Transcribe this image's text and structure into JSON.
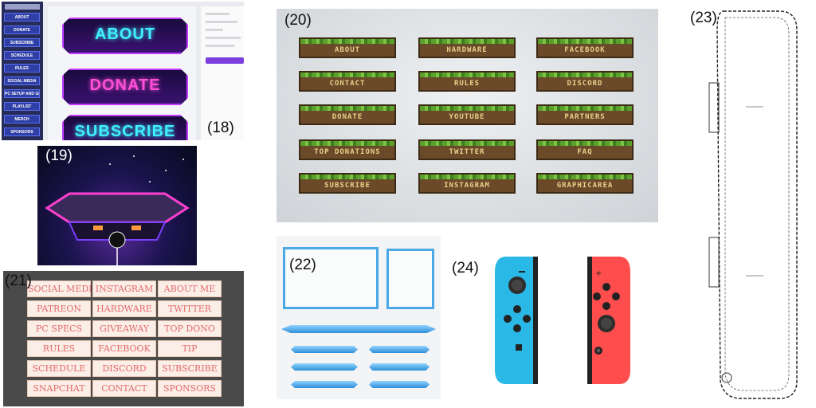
{
  "labels": {
    "p18": "(18)",
    "p19": "(19)",
    "p20": "(20)",
    "p21": "(21)",
    "p22": "(22)",
    "p23": "(23)",
    "p24": "(24)"
  },
  "panel18": {
    "sidebar": [
      "ABOUT",
      "DONATE",
      "SUBSCRIBE",
      "SCHEDULE",
      "RULES",
      "SOCIAL MEDIA",
      "PC SETUP AND GEAR",
      "PLAYLIST",
      "MERCH",
      "SPONSORS"
    ],
    "banners": [
      "ABOUT",
      "DONATE",
      "SUBSCRIBE"
    ],
    "banner_colors": [
      "#3ff0ff",
      "#ff4fd8",
      "#3ff0ff"
    ]
  },
  "panel20": {
    "buttons": [
      [
        "ABOUT",
        "HARDWARE",
        "FACEBOOK"
      ],
      [
        "CONTACT",
        "RULES",
        "DISCORD"
      ],
      [
        "DONATE",
        "YOUTUBE",
        "PARTNERS"
      ],
      [
        "TOP DONATIONS",
        "TWITTER",
        "FAQ"
      ],
      [
        "SUBSCRIBE",
        "INSTAGRAM",
        "GRAPHICAREA"
      ]
    ]
  },
  "panel21": {
    "buttons": [
      [
        "SOCIAL MEDIA",
        "INSTAGRAM",
        "ABOUT ME"
      ],
      [
        "PATREON",
        "HARDWARE",
        "TWITTER"
      ],
      [
        "PC SPECS",
        "GIVEAWAY",
        "TOP DONO"
      ],
      [
        "RULES",
        "FACEBOOK",
        "TIP"
      ],
      [
        "SCHEDULE",
        "DISCORD",
        "SUBSCRIBE"
      ],
      [
        "SNAPCHAT",
        "CONTACT",
        "SPONSORS"
      ]
    ]
  },
  "colors": {
    "neon_pink": "#c23cff",
    "mc_grass": "#5aa02c",
    "mc_dirt": "#6b4a2a",
    "pastel_text": "#e26a6a",
    "ice_blue": "#4aa8e6",
    "joycon_blue": "#2ab8e6",
    "joycon_red": "#ff4d4d"
  },
  "icons": [
    "stage-platform-icon",
    "joycon-left-icon",
    "joycon-right-icon",
    "controller-outline-icon"
  ]
}
